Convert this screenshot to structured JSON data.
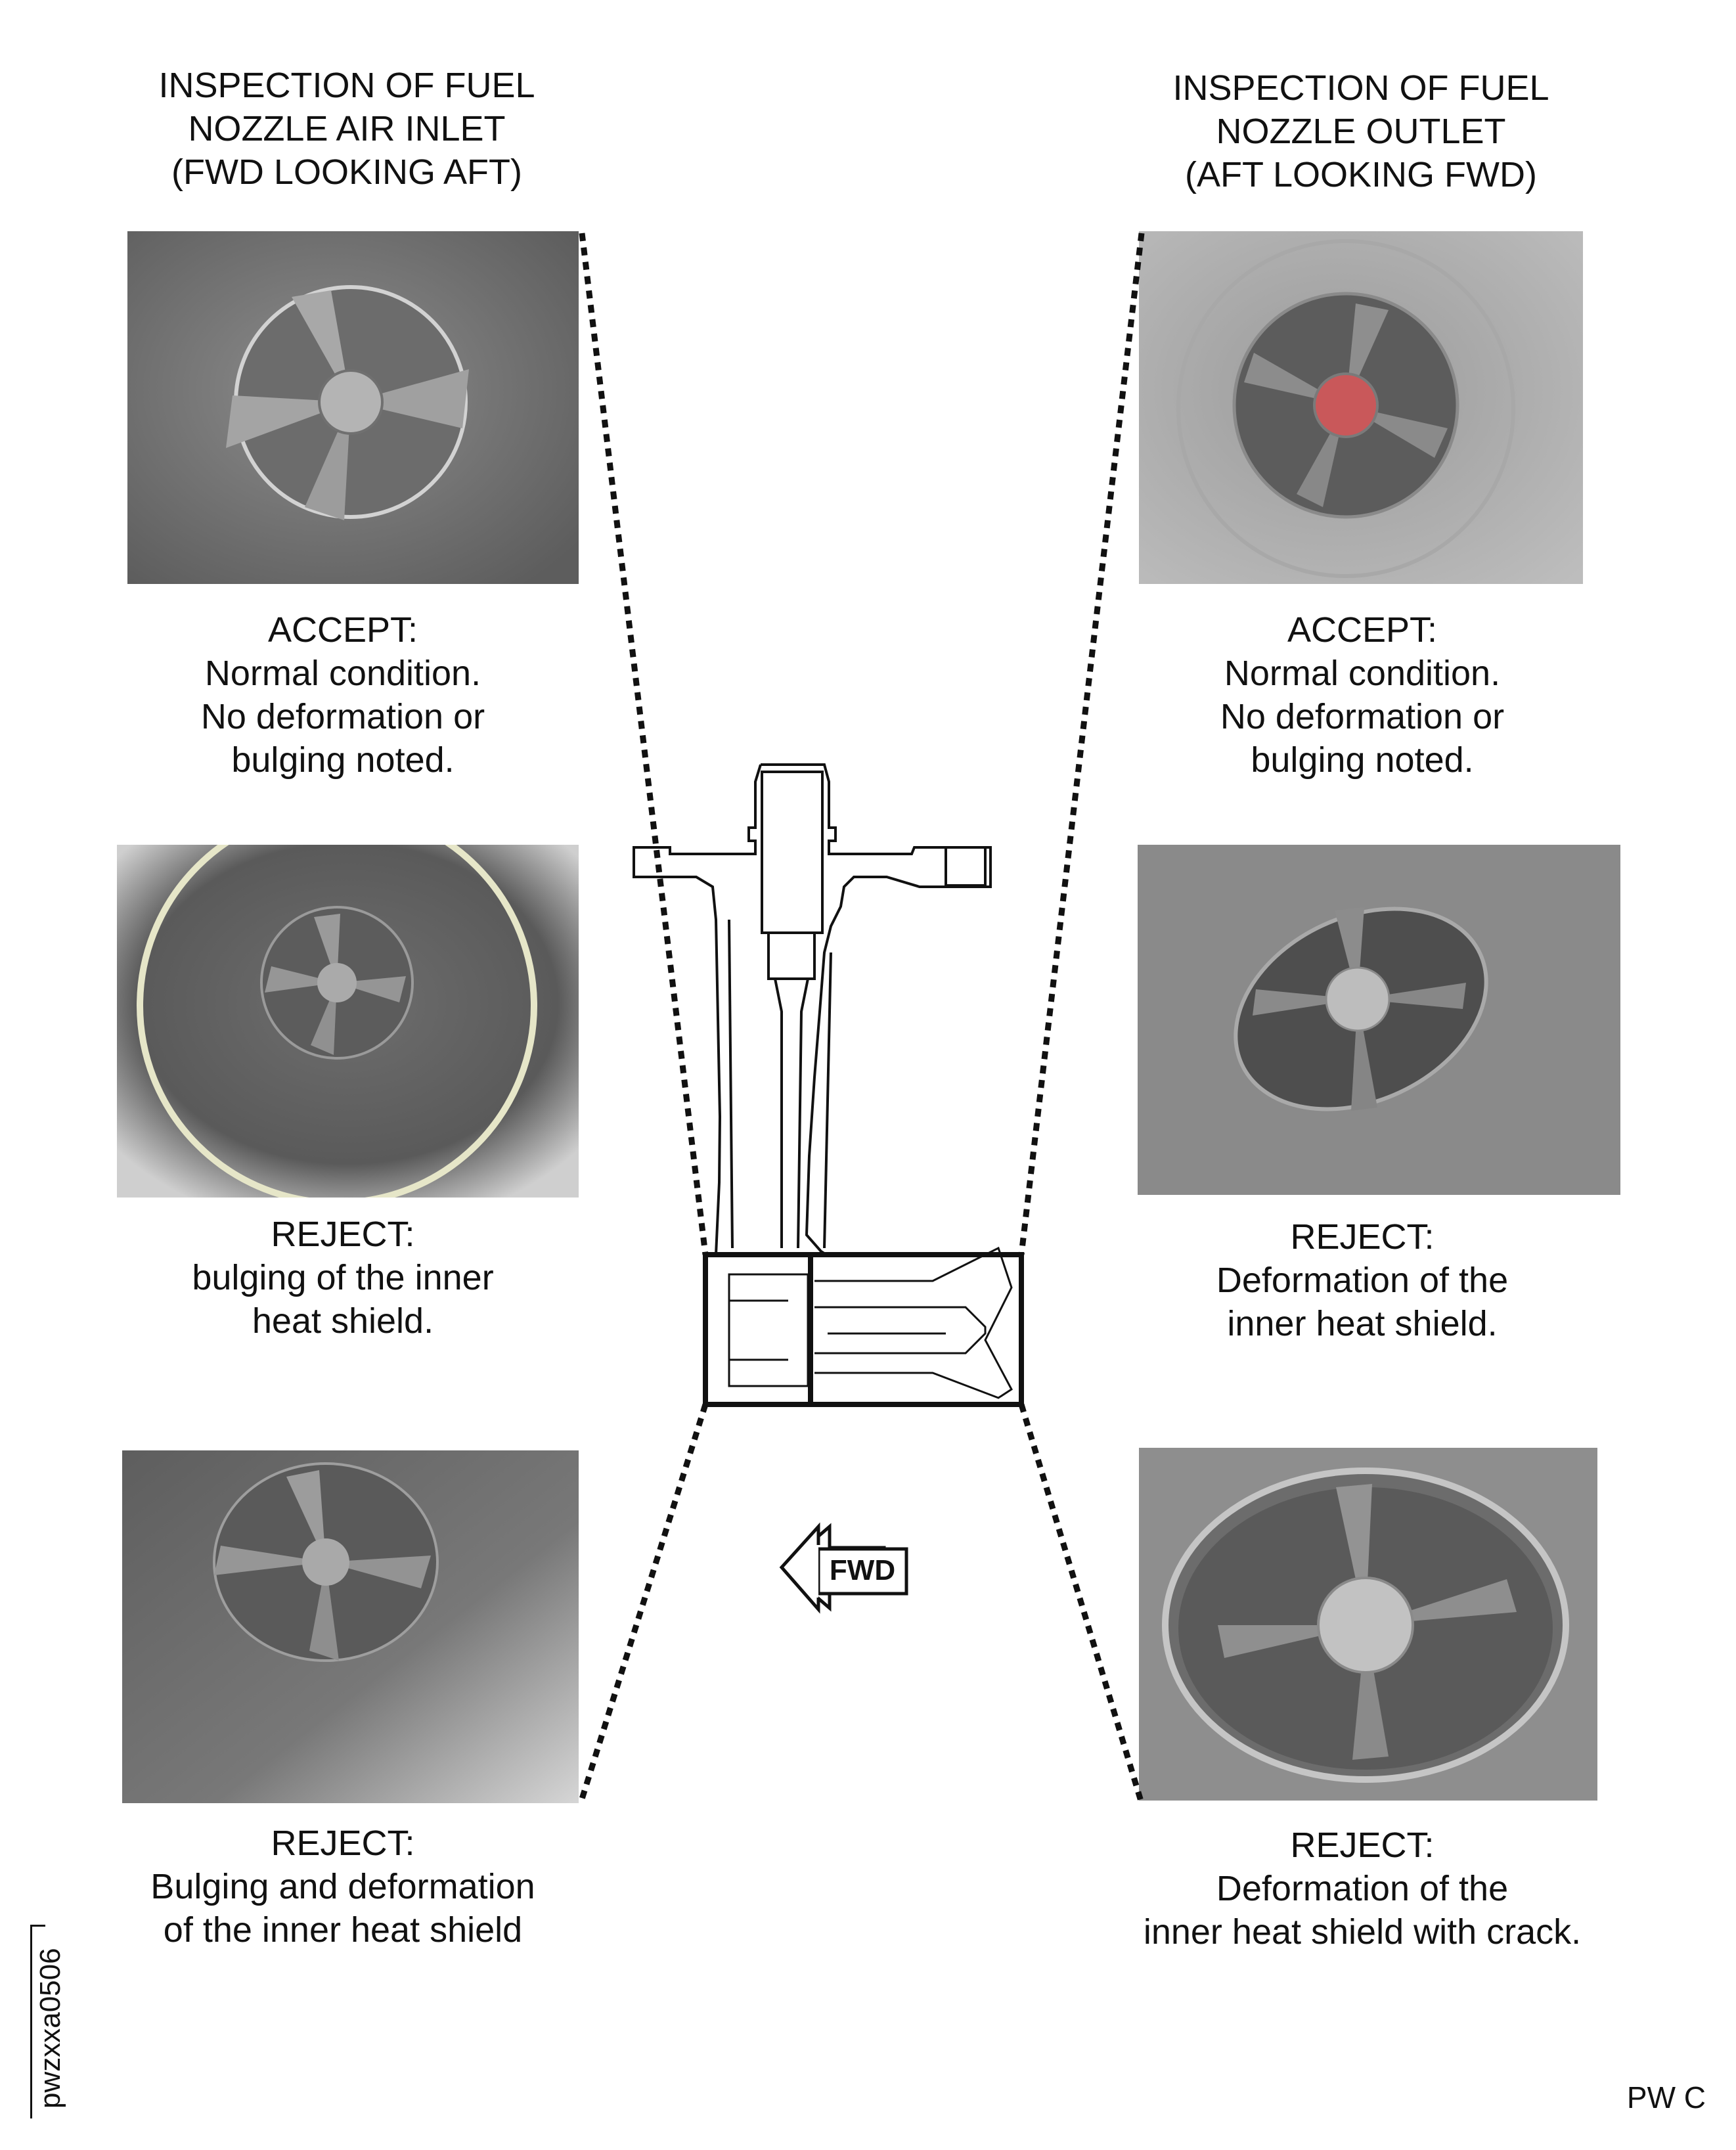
{
  "left_heading": [
    "INSPECTION OF FUEL",
    "NOZZLE AIR INLET",
    "(FWD LOOKING AFT)"
  ],
  "right_heading": [
    "INSPECTION OF FUEL",
    "NOZZLE OUTLET",
    "(AFT LOOKING FWD)"
  ],
  "left": [
    {
      "caption": [
        "ACCEPT:",
        "Normal condition.",
        "No deformation or",
        "bulging noted."
      ]
    },
    {
      "caption": [
        "REJECT:",
        "bulging of the inner",
        "heat shield."
      ]
    },
    {
      "caption": [
        "REJECT:",
        "Bulging and deformation",
        "of the inner heat shield"
      ]
    }
  ],
  "right": [
    {
      "caption": [
        "ACCEPT:",
        "Normal condition.",
        "No deformation or",
        "bulging noted."
      ]
    },
    {
      "caption": [
        "REJECT:",
        "Deformation of the",
        "inner heat shield."
      ]
    },
    {
      "caption": [
        "REJECT:",
        "Deformation of the",
        "inner heat shield with crack."
      ]
    }
  ],
  "arrow_label": "FWD",
  "figure_id": "pwzxxa0506",
  "footer": "PW C",
  "colors": {
    "line": "#111111",
    "photo_bg": "#7a7a7a",
    "photo_highlight": "#d8d8d8",
    "outlet_tip": "#c9585a"
  }
}
